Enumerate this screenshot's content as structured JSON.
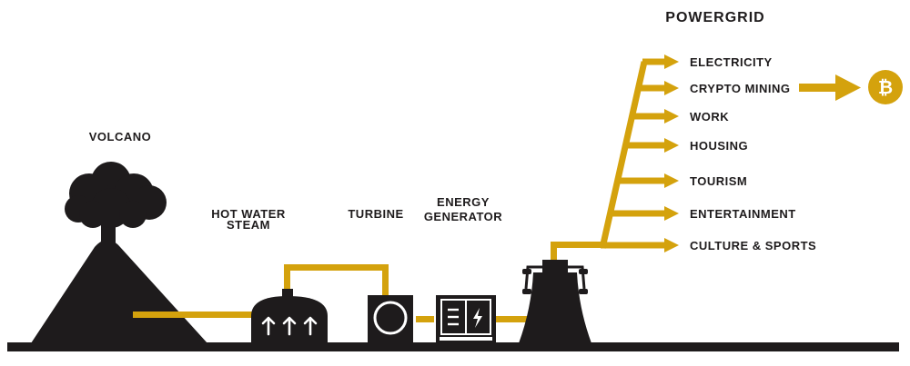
{
  "colors": {
    "gold": "#d4a20d",
    "dark": "#1e1b1c",
    "white": "#ffffff"
  },
  "labels": {
    "volcano": "VOLCANO",
    "hot_water_line1": "HOT WATER",
    "hot_water_line2": "STEAM",
    "turbine": "TURBINE",
    "generator_line1": "ENERGY",
    "generator_line2": "GENERATOR",
    "powergrid": "POWERGRID"
  },
  "outputs": [
    {
      "label": "ELECTRICITY"
    },
    {
      "label": "CRYPTO MINING"
    },
    {
      "label": "WORK"
    },
    {
      "label": "HOUSING"
    },
    {
      "label": "TOURISM"
    },
    {
      "label": "ENTERTAINMENT"
    },
    {
      "label": "CULTURE & SPORTS"
    }
  ],
  "icons": {
    "volcano": "volcano-icon",
    "steam_tank": "steam-tank-icon",
    "turbine": "turbine-icon",
    "generator": "generator-icon",
    "pylon": "power-pylon-icon",
    "bitcoin": "bitcoin-icon"
  }
}
